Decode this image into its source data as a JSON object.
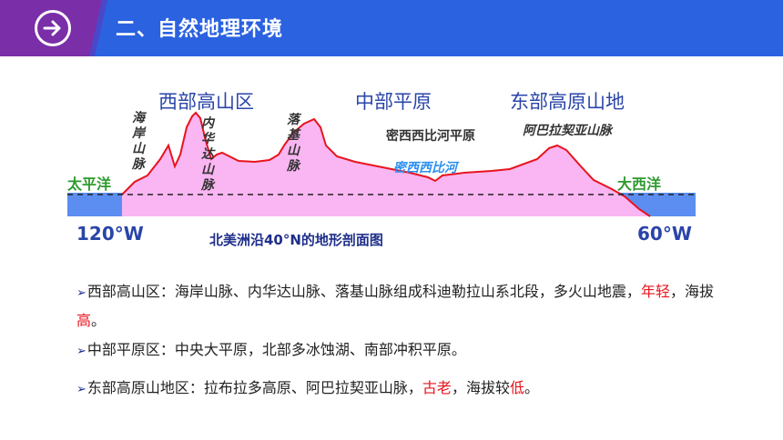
{
  "header": {
    "title": "二、自然地理环境",
    "icon": "arrow-right-circle-icon"
  },
  "diagram": {
    "regions": {
      "west": "西部高山区",
      "central": "中部平原",
      "east": "东部高原山地"
    },
    "mountains": {
      "coast": "海岸山脉",
      "sierra": "内华达山脉",
      "rocky": "落基山脉",
      "appalachian": "阿巴拉契亚山脉"
    },
    "plain_label": "密西西比河平原",
    "river": "密西西比河",
    "oceans": {
      "pacific": "太平洋",
      "atlantic": "大西洋"
    },
    "longitudes": {
      "west": "120°W",
      "east": "60°W"
    },
    "caption": "北美洲沿40°N的地形剖面图",
    "colors": {
      "terrain_fill": "#f9b6f2",
      "terrain_line": "#e8141e",
      "sea": "#5b8ef0",
      "dashes": "#222222"
    }
  },
  "bullets": {
    "mark": "➢",
    "west": {
      "pre": "西部高山区：海岸山脉、内华达山脉、落基山脉组成科迪勒拉山系北段，多火山地震，",
      "hl1": "年轻",
      "mid": "，海拔",
      "hl2": "高",
      "post": "。"
    },
    "central": {
      "text": "中部平原区：中央大平原，北部多冰蚀湖、南部冲积平原。"
    },
    "east": {
      "pre": "东部高原山地区：拉布拉多高原、阿巴拉契亚山脉，",
      "hl1": "古老",
      "mid": "，海拔较",
      "hl2": "低",
      "post": "。"
    },
    "highlight_color": "#e8141e"
  }
}
